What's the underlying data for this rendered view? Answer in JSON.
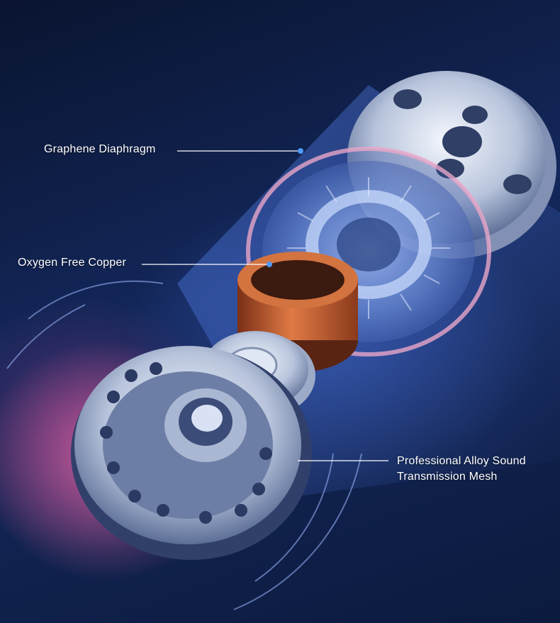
{
  "callouts": {
    "graphene": "Graphene Diaphragm",
    "copper": "Oxygen Free Copper",
    "mesh_line1": "Professional Alloy Sound",
    "mesh_line2": "Transmission Mesh"
  },
  "colors": {
    "background": "#0b1633",
    "glow_blue": "#4f7fff",
    "copper": "#c8673a",
    "metal": "#c9d3e6",
    "pink_glow": "#d04a9a"
  }
}
